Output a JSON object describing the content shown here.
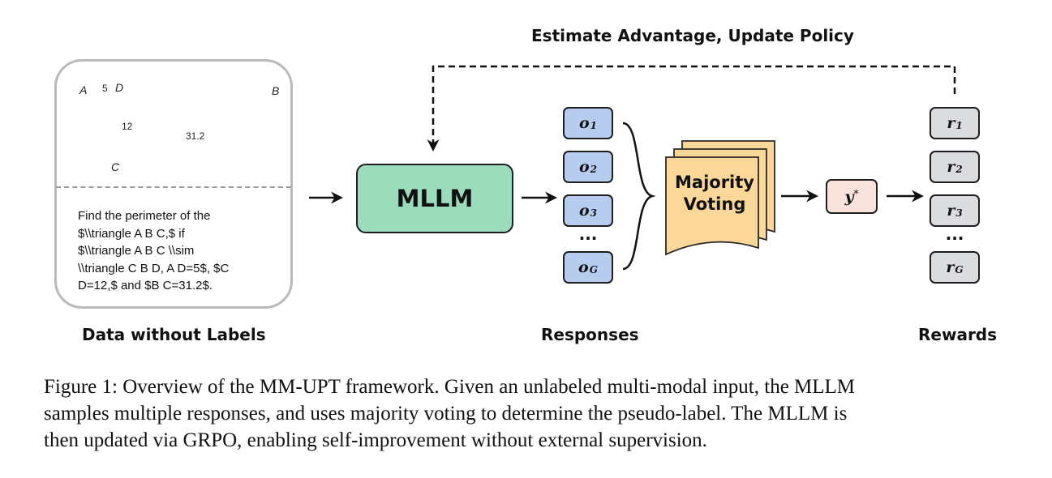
{
  "header": {
    "feedback_label": "Estimate Advantage, Update Policy"
  },
  "input": {
    "section_label": "Data without Labels",
    "figure": {
      "points": {
        "A": "A",
        "B": "B",
        "C": "C",
        "D": "D"
      },
      "lengths": {
        "ad": "5",
        "cd": "12",
        "bc": "31.2"
      }
    },
    "question_lines": [
      "Find the perimeter of the",
      "$\\\\triangle A B C,$ if",
      "$\\\\triangle A B C \\\\sim",
      "\\\\triangle C B D, A D=5$, $C",
      "D=12,$ and $B C=31.2$."
    ]
  },
  "model": {
    "label": "MLLM"
  },
  "responses": {
    "section_label": "Responses",
    "items": [
      {
        "symbol": "o",
        "sub": "1"
      },
      {
        "symbol": "o",
        "sub": "2"
      },
      {
        "symbol": "o",
        "sub": "3"
      },
      {
        "symbol": "o",
        "sub": "G"
      }
    ],
    "ellipsis": "..."
  },
  "voting": {
    "line1": "Majority",
    "line2": "Voting"
  },
  "pseudo_label": {
    "symbol": "y",
    "sup": "*"
  },
  "rewards": {
    "section_label": "Rewards",
    "items": [
      {
        "symbol": "r",
        "sub": "1"
      },
      {
        "symbol": "r",
        "sub": "2"
      },
      {
        "symbol": "r",
        "sub": "3"
      },
      {
        "symbol": "r",
        "sub": "G"
      }
    ],
    "ellipsis": "..."
  },
  "caption": {
    "lines": [
      "Figure 1: Overview of the MM-UPT framework. Given an unlabeled multi-modal input, the MLLM",
      "samples multiple responses, and uses majority voting to determine the pseudo-label. The MLLM is",
      "then updated via GRPO, enabling self-improvement without external supervision."
    ]
  },
  "colors": {
    "model_fill": "#9adcbc",
    "response_fill": "#b7cdf0",
    "reward_fill": "#dadcdf",
    "voting_fill": "#fbd89a",
    "pseudo_label_fill": "#fae3dc"
  }
}
